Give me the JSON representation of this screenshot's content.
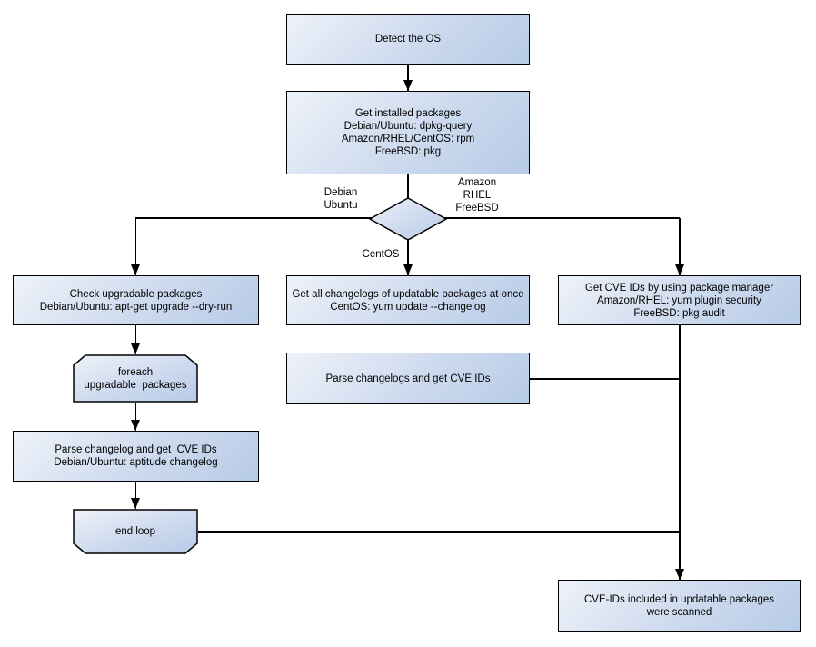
{
  "diagram": {
    "nodes": {
      "detect_os": {
        "label": "Detect the OS"
      },
      "get_installed_packages": {
        "label": "Get installed packages\nDebian/Ubuntu: dpkg-query\nAmazon/RHEL/CentOS: rpm\nFreeBSD: pkg"
      },
      "check_upgradable_packages": {
        "label": "Check upgradable packages\nDebian/Ubuntu: apt-get upgrade --dry-run"
      },
      "foreach_loop": {
        "label": "foreach\nupgradable  packages"
      },
      "parse_changelog_debian": {
        "label": "Parse changelog and get  CVE IDs\nDebian/Ubuntu: aptitude changelog"
      },
      "end_loop": {
        "label": "end loop"
      },
      "get_all_changelogs": {
        "label": "Get all changelogs of updatable packages at once\nCentOS: yum update --changelog"
      },
      "parse_changelogs_centos": {
        "label": "Parse changelogs and get CVE IDs"
      },
      "get_cve_ids_pkg_manager": {
        "label": "Get CVE IDs by using package manager\nAmazon/RHEL: yum plugin security\nFreeBSD: pkg audit"
      },
      "cve_ids_scanned": {
        "label": "CVE-IDs included in updatable packages\nwere scanned"
      }
    },
    "edge_labels": {
      "debian_ubuntu": "Debian\nUbuntu",
      "amazon_rhel_freebsd": "Amazon\nRHEL\nFreeBSD",
      "centos": "CentOS"
    },
    "colors": {
      "node_fill_light": "#eef2f9",
      "node_fill_dark": "#b7cbe7",
      "node_border": "#000000",
      "connector": "#000000",
      "text": "#000000",
      "background": "#ffffff"
    }
  }
}
